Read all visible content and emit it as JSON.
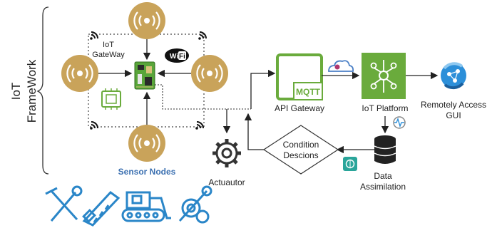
{
  "side_title": {
    "line1": "IoT",
    "line2": "FrameWork"
  },
  "labels": {
    "iot_gateway_1": "IoT",
    "iot_gateway_2": "GateWay",
    "wifi": "Wi",
    "wifi2": "Fi",
    "sensor_nodes": "Sensor Nodes",
    "actuator": "Actuautor",
    "api_gateway": "API Gateway",
    "mqtt": "MQTT",
    "iot_platform": "IoT Platform",
    "remote_gui_1": "Remotely Access",
    "remote_gui_2": "GUI",
    "condition_1": "Condition",
    "condition_2": "Descions",
    "data_assim_1": "Data",
    "data_assim_2": "Assimilation"
  },
  "colors": {
    "sensor_gold": "#c9a35a",
    "green": "#6aab3c",
    "blue_text": "#3a6fb0",
    "tool_blue": "#2a86c8",
    "gui_blue": "#2c8fd9",
    "dark": "#222222"
  },
  "icons": {
    "sensor": "sensor-broadcast-icon",
    "board": "circuit-board-icon",
    "chip": "microchip-icon",
    "gear": "gear-icon",
    "cloud": "cloud-icon",
    "database": "database-icon",
    "brain": "ai-brain-icon",
    "pulse": "pulse-icon",
    "tools": [
      "hammer-wrench-icon",
      "saw-icon",
      "excavator-icon",
      "gears-wrench-icon"
    ]
  }
}
